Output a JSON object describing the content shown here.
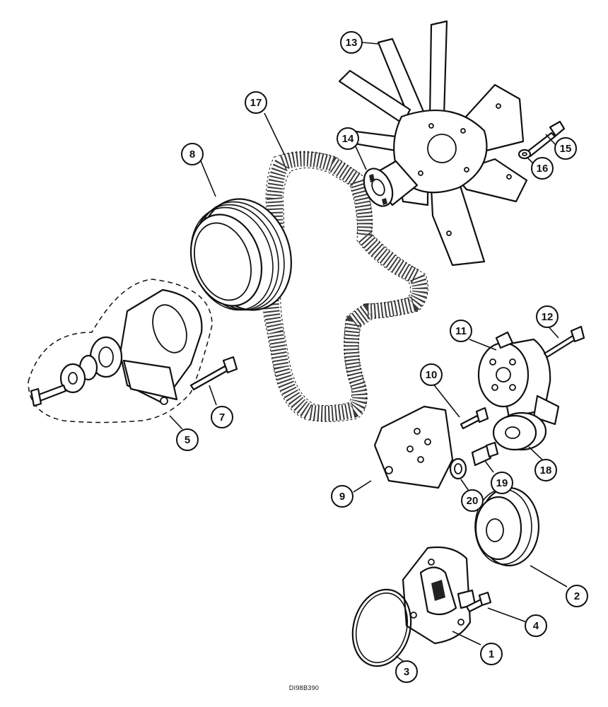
{
  "drawing_code": "DI98B390",
  "callouts": {
    "c1": "1",
    "c2": "2",
    "c3": "3",
    "c4": "4",
    "c5": "5",
    "c7": "7",
    "c8": "8",
    "c9": "9",
    "c10": "10",
    "c11": "11",
    "c12": "12",
    "c13": "13",
    "c14": "14",
    "c15": "15",
    "c16": "16",
    "c17": "17",
    "c18": "18",
    "c19": "19",
    "c20": "20"
  }
}
